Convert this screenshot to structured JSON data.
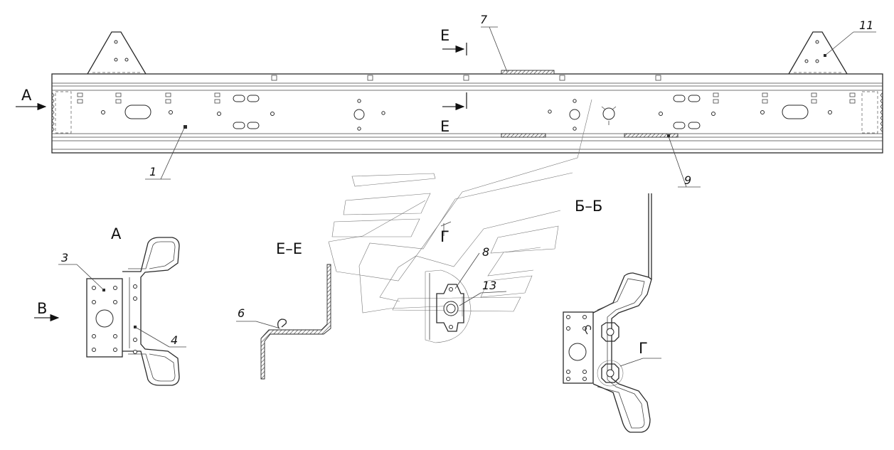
{
  "views": {
    "main_view_arrow": "А",
    "section_e_top": "Е",
    "section_e_bottom": "Е",
    "view_a_title": "А",
    "view_b_arrow": "В",
    "section_ee_title": "Е–Е",
    "section_bb_title": "Б–Б",
    "detail_g_small": "Г",
    "detail_g_large": "Г"
  },
  "callouts": [
    "1",
    "3",
    "4",
    "6",
    "7",
    "8",
    "9",
    "11",
    "13"
  ]
}
